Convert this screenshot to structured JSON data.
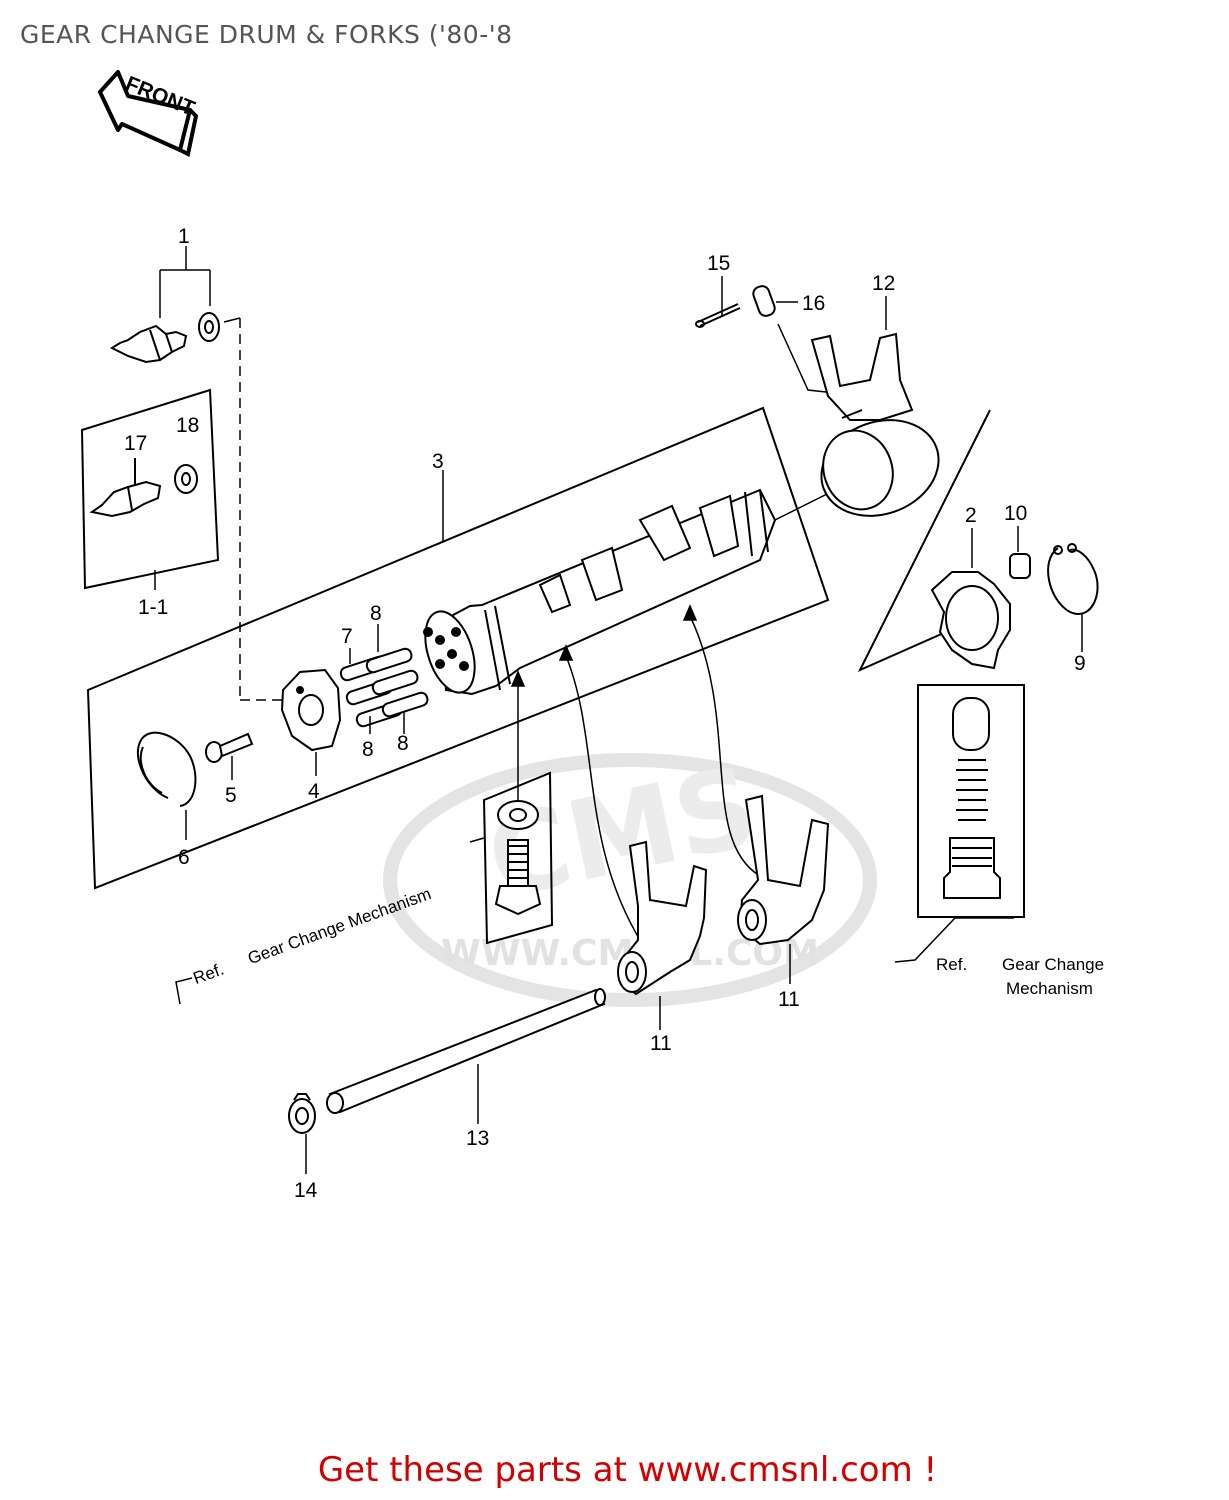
{
  "header": {
    "title": "GEAR CHANGE DRUM & FORKS ('80-'8"
  },
  "diagram": {
    "front_arrow_label": "FRONT",
    "part_labels": {
      "p1": "1",
      "p1_1": "1-1",
      "p2": "2",
      "p3": "3",
      "p4": "4",
      "p5": "5",
      "p6": "6",
      "p7": "7",
      "p8": "8",
      "p9": "9",
      "p10": "10",
      "p11": "11",
      "p12": "12",
      "p13": "13",
      "p14": "14",
      "p15": "15",
      "p16": "16",
      "p17": "17",
      "p18": "18"
    },
    "ref_left": {
      "ref": "Ref.",
      "text": "Gear Change Mechanism"
    },
    "ref_right": {
      "ref": "Ref.",
      "line1": "Gear Change",
      "line2": "Mechanism"
    },
    "watermark": {
      "text": "WWW.CMSNL.COM",
      "logo": "CMS"
    }
  },
  "footer": {
    "link_text": "Get these parts at www.cmsnl.com !"
  },
  "colors": {
    "footer_link": "#d40000",
    "title": "#555555",
    "watermark": "#e6e6e6"
  }
}
